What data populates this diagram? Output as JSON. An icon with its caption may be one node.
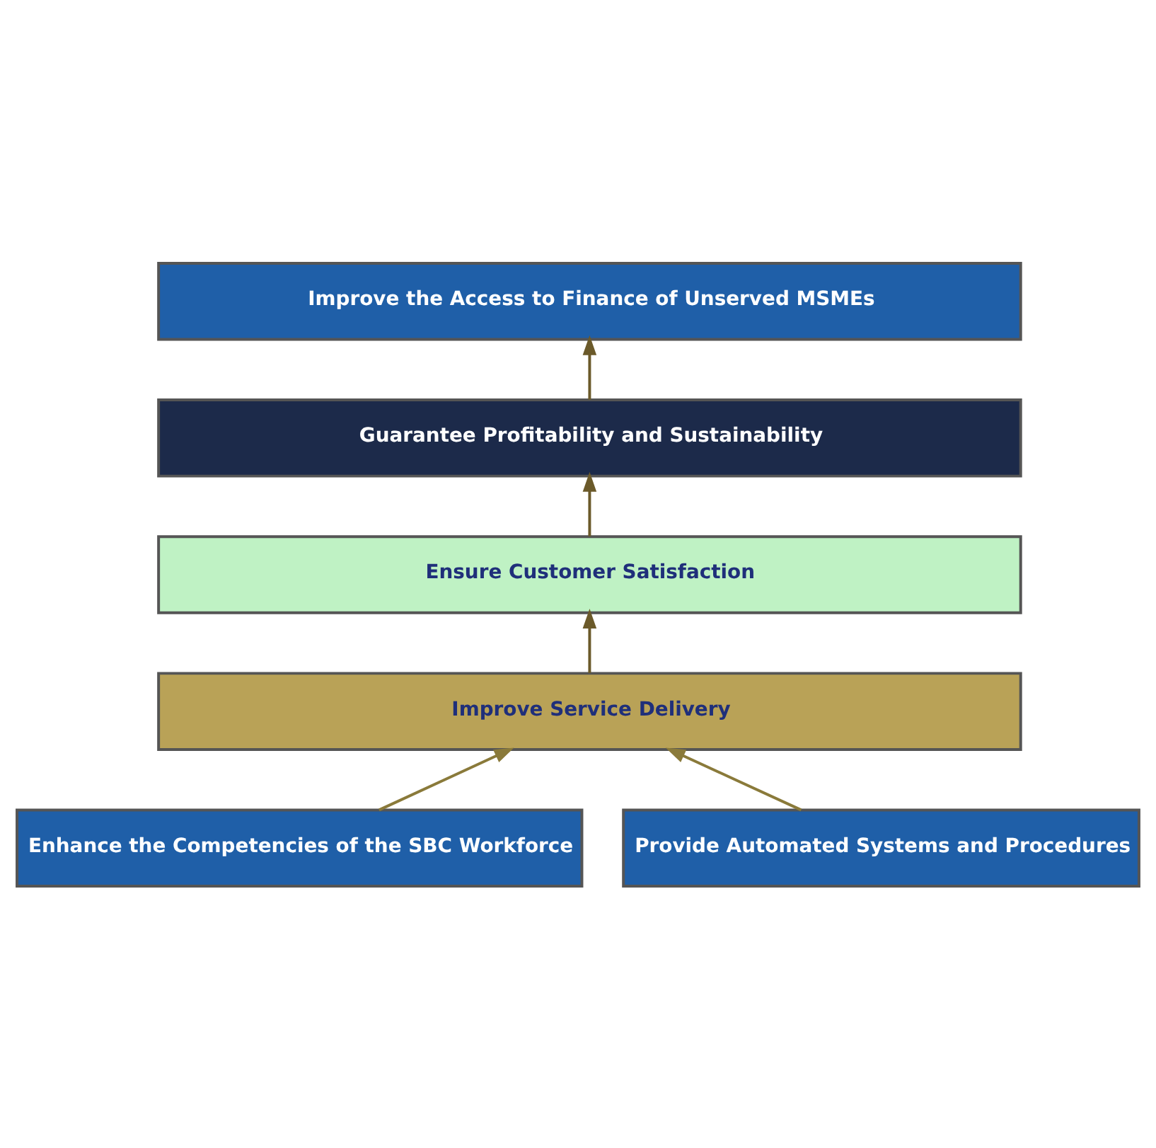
{
  "diagram": {
    "nodes": [
      {
        "text": [
          "Improve the Access to Finance of Unserved MSMEs"
        ]
      },
      {
        "text": [
          "Guarantee Profitability and Sustainability"
        ]
      },
      {
        "text": [
          "Ensure Customer Satisfaction"
        ]
      },
      {
        "text": [
          "Improve Service Delivery"
        ]
      },
      {
        "text": [
          "Enhance the Competencies of the SBC Workforce"
        ]
      },
      {
        "text": [
          "Provide Automated Systems and Procedures"
        ]
      }
    ],
    "edges": [
      {
        "from": 1,
        "to": 0,
        "arrow": "to"
      },
      {
        "from": 2,
        "to": 1,
        "arrow": "to"
      },
      {
        "from": 3,
        "to": 2,
        "arrow": "to"
      },
      {
        "from": 4,
        "to": 3,
        "arrow": "to",
        "color": "#8a7a3a"
      },
      {
        "from": 5,
        "to": 3,
        "arrow": "to",
        "color": "#8a7a3a"
      }
    ]
  }
}
